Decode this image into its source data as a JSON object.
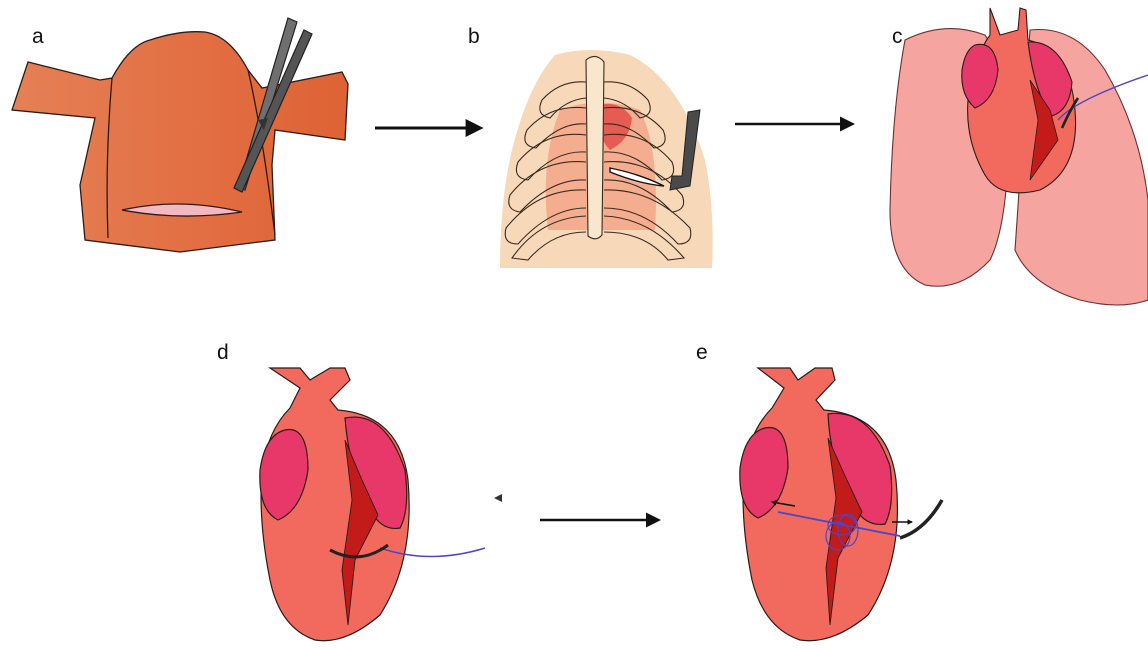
{
  "figure": {
    "panels": [
      {
        "label": "a",
        "icon": "skin-incision-with-scissors"
      },
      {
        "label": "b",
        "icon": "rib-cage-with-retractor"
      },
      {
        "label": "c",
        "icon": "heart-and-lungs-with-suture-needle"
      },
      {
        "label": "d",
        "icon": "heart-needle-passing-under-artery"
      },
      {
        "label": "e",
        "icon": "heart-artery-ligation-knot"
      }
    ],
    "colors": {
      "skin": "#e0713f",
      "incision": "#f4b8c0",
      "rib_bg": "#f7d9b9",
      "rib_line": "#f8e7cd",
      "lung": "#f6a4a0",
      "heart": "#f26a5e",
      "atrium": "#e8386a",
      "artery": "#c31a1a",
      "suture": "#4d46c8",
      "instrument": "#555555",
      "outline": "#2b1b18"
    }
  }
}
